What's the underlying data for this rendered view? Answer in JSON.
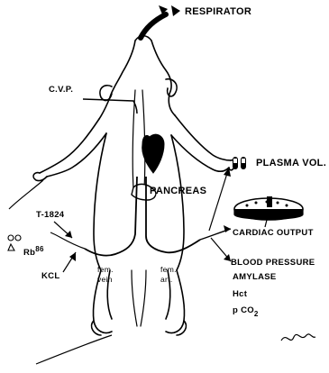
{
  "labels": {
    "respirator": "RESPIRATOR",
    "cvp": "C.V.P.",
    "pancreas": "PANCREAS",
    "plasma_vol": "PLASMA VOL.",
    "t1824": "T-1824",
    "rb_symbol": "Rb",
    "rb_mass": "86",
    "kcl": "KCL",
    "cardiac_output": "CARDIAC OUTPUT",
    "blood_pressure": "BLOOD PRESSURE",
    "amylase": "AMYLASE",
    "hct": "Hct",
    "pco2_p": "p",
    "pco2_co": "CO",
    "pco2_sub": "2",
    "fem_vein_1": "fem.",
    "fem_vein_2": "vein",
    "fem_art_1": "fem.",
    "fem_art_2": "art."
  },
  "colors": {
    "ink": "#000000",
    "paper": "#ffffff"
  }
}
